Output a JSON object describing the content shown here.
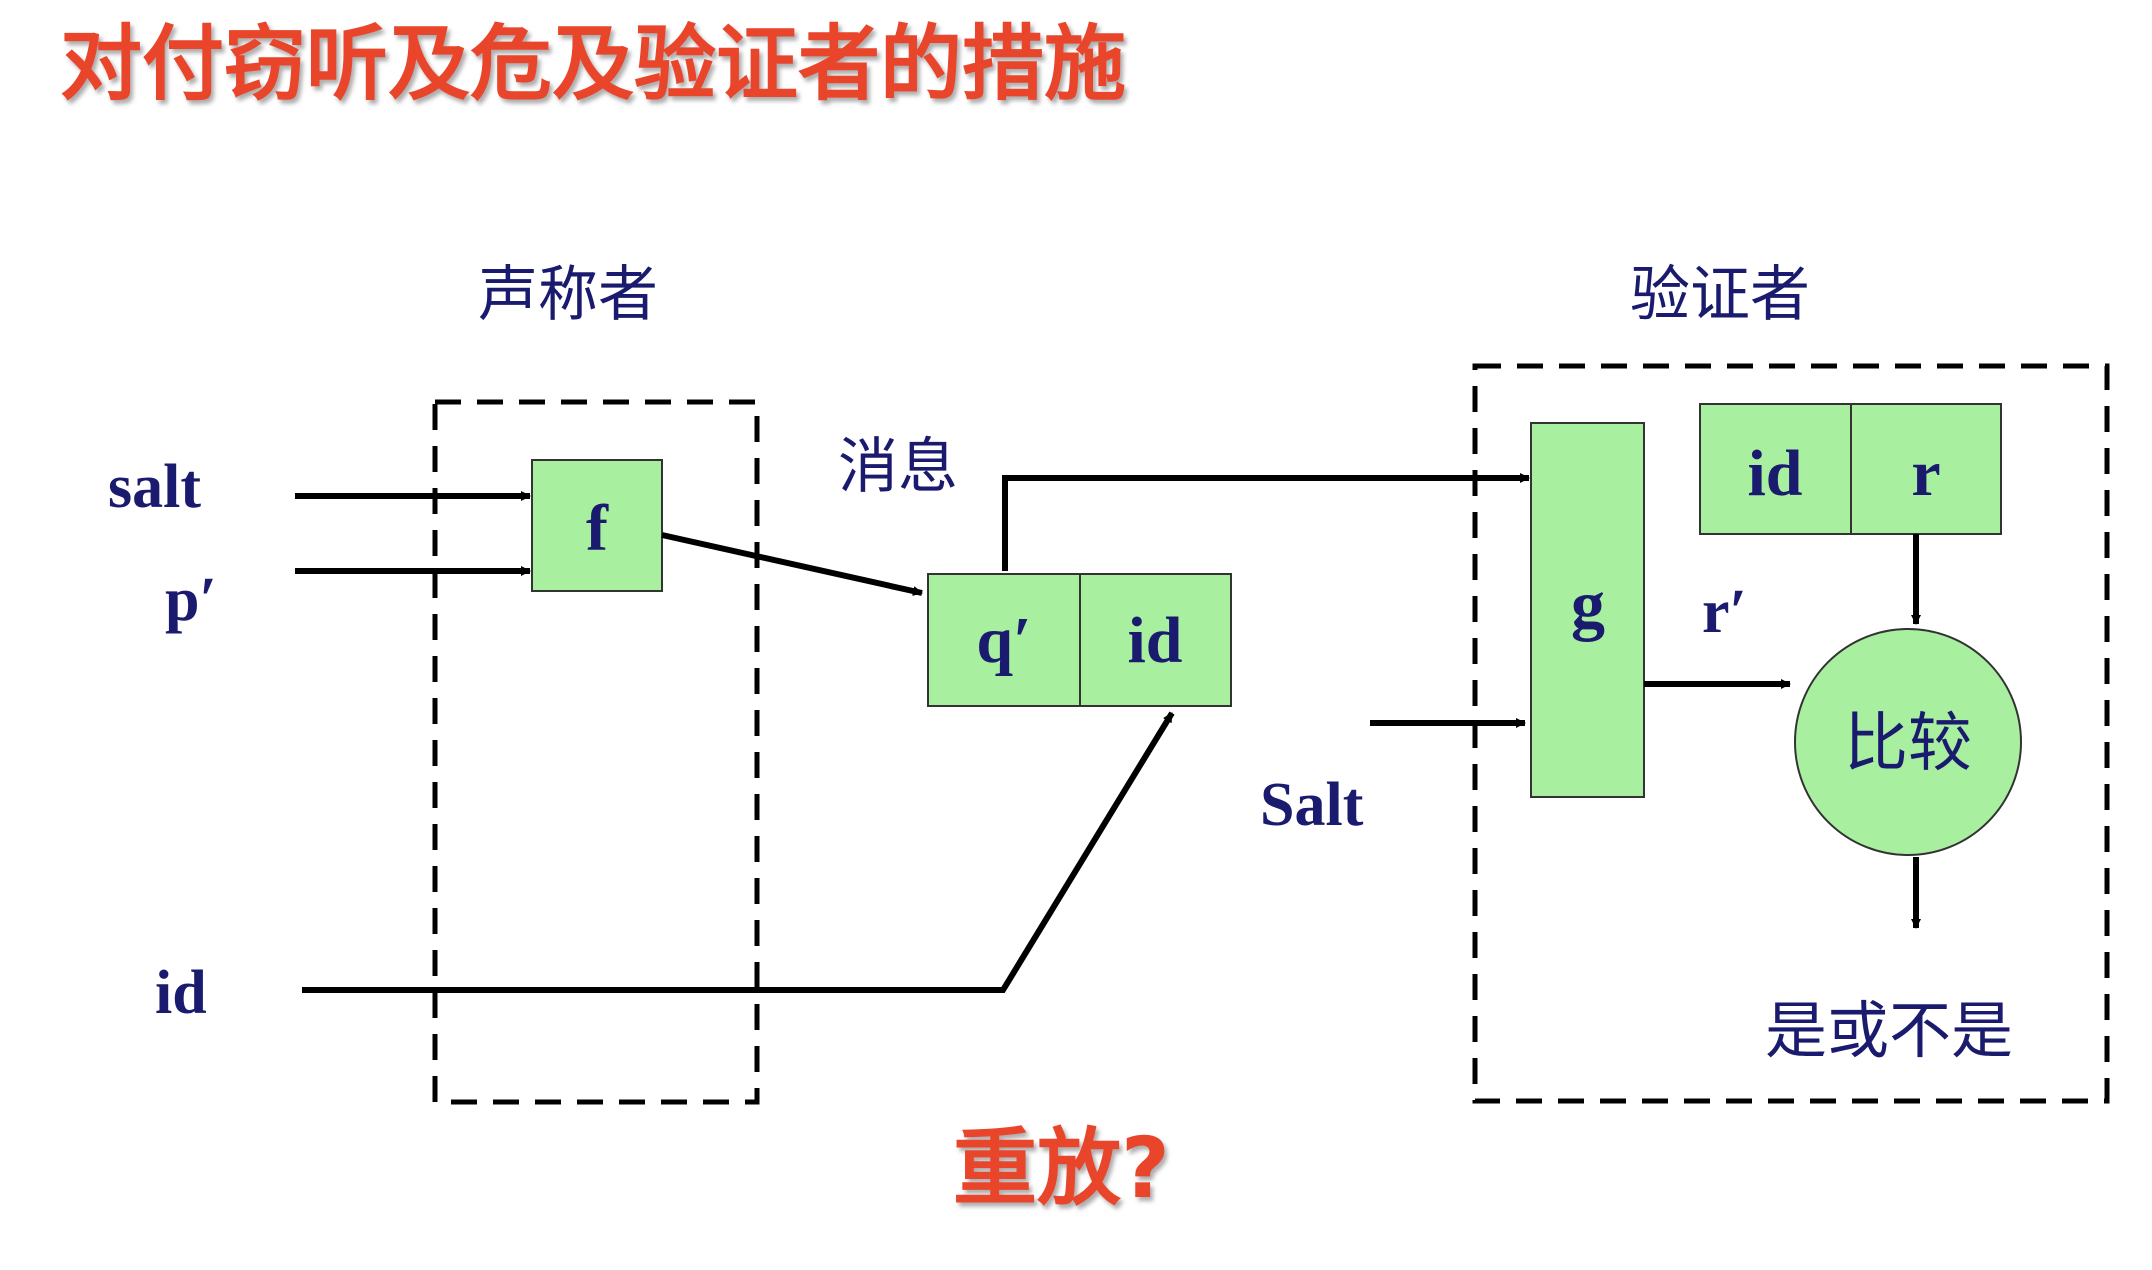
{
  "title": "对付窃听及危及验证者的措施",
  "claimant_label": "声称者",
  "verifier_label": "验证者",
  "message_label": "消息",
  "inputs": {
    "salt": "salt",
    "p_prime": "p′",
    "id": "id"
  },
  "boxes": {
    "f": "f",
    "q_prime": "q′",
    "id": "id",
    "g": "g",
    "stored_id": "id",
    "stored_r": "r"
  },
  "r_prime_label": "r′",
  "verifier_salt_label": "Salt",
  "compare_label": "比较",
  "result_label": "是或不是",
  "question": "重放?",
  "colors": {
    "title": "#e8452c",
    "question": "#e8452c",
    "text": "#1a1a6e",
    "box_fill": "#a8f0a0",
    "line": "#000000"
  }
}
